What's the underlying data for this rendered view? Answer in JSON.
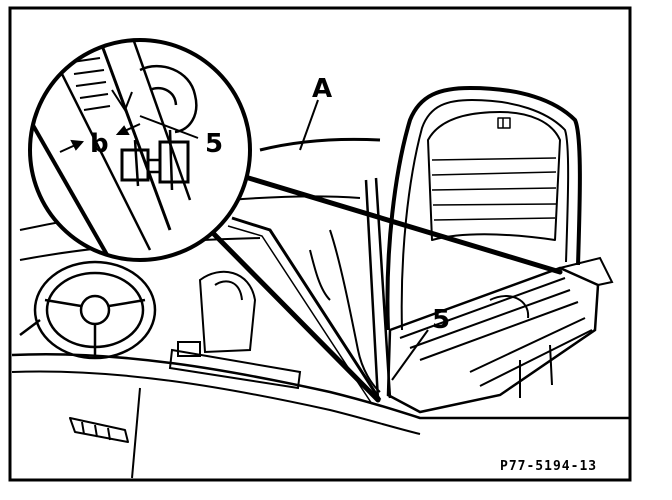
{
  "labels": {
    "label_a": "A",
    "label_b": "b",
    "label_5_detail": "5",
    "label_5_main": "5"
  },
  "reference_code": "P77-5194-13",
  "colors": {
    "ink": "#000000",
    "paper": "#ffffff"
  }
}
